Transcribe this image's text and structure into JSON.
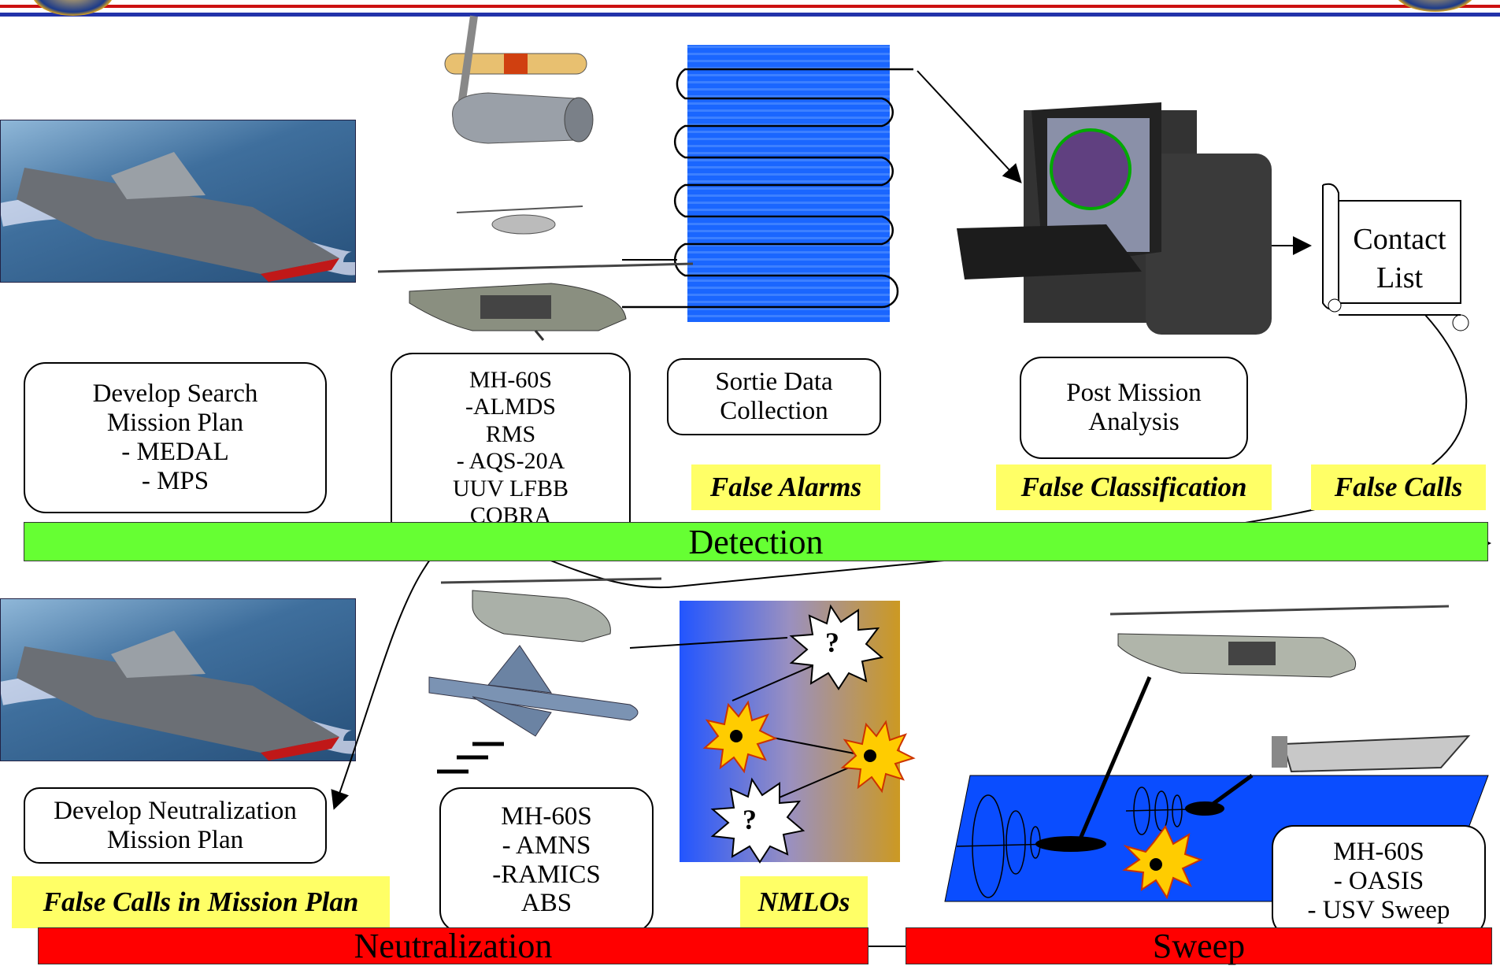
{
  "search_plan": {
    "lines": [
      "Develop Search",
      "Mission Plan",
      "- MEDAL",
      "- MPS"
    ]
  },
  "detection_assets": {
    "lines": [
      "MH-60S",
      "-ALMDS",
      "RMS",
      "- AQS-20A",
      "UUV LFBB",
      "COBRA"
    ]
  },
  "sortie": {
    "lines": [
      "Sortie Data",
      "Collection"
    ]
  },
  "post_mission": {
    "lines": [
      "Post Mission",
      "Analysis"
    ]
  },
  "contact_list": {
    "lines": [
      "Contact",
      "List"
    ]
  },
  "detection_labels": {
    "false_alarms": "False Alarms",
    "false_classification": "False Classification",
    "false_calls": "False Calls"
  },
  "detection_bar": {
    "label": "Detection",
    "color": "#66ff33"
  },
  "neutralization_plan": {
    "lines": [
      "Develop Neutralization",
      "Mission Plan"
    ]
  },
  "neutralization_assets": {
    "lines": [
      "MH-60S",
      "- AMNS",
      "-RAMICS",
      "ABS"
    ]
  },
  "sweep_assets": {
    "lines": [
      "MH-60S",
      "- OASIS",
      "- USV Sweep"
    ]
  },
  "neutralization_labels": {
    "false_calls_plan": "False Calls in Mission Plan",
    "nmlos": "NMLOs"
  },
  "neutralization_bar": {
    "label": "Neutralization",
    "color": "#ff0000"
  },
  "sweep_bar": {
    "label": "Sweep",
    "color": "#ff0000"
  },
  "question_mark": "?",
  "colors": {
    "ocean": "#1a66ff",
    "label_bg": "#ffff66",
    "nmlo_left": "#2255ff",
    "nmlo_right": "#cc9922"
  }
}
